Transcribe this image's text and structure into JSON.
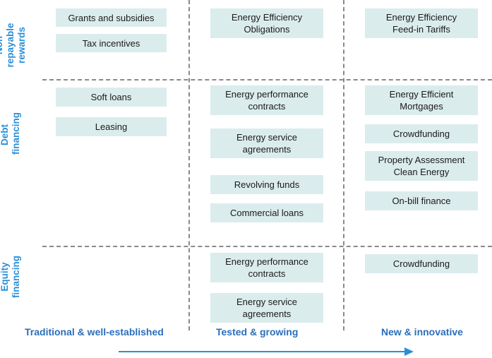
{
  "rows": [
    {
      "label": "Non\nrepayable\nrewards"
    },
    {
      "label": "Debt\nfinancing"
    },
    {
      "label": "Equity\nfinancing"
    }
  ],
  "columns": [
    {
      "label": "Traditional & well-established"
    },
    {
      "label": "Tested & growing"
    },
    {
      "label": "New & innovative"
    }
  ],
  "cells": {
    "r1c1": [
      "Grants and subsidies",
      "Tax incentives"
    ],
    "r1c2": [
      "Energy Efficiency\nObligations"
    ],
    "r1c3": [
      "Energy Efficiency\nFeed-in Tariffs"
    ],
    "r2c1": [
      "Soft loans",
      "Leasing"
    ],
    "r2c2": [
      "Energy performance\ncontracts",
      "Energy service\nagreements",
      "Revolving funds",
      "Commercial loans"
    ],
    "r2c3": [
      "Energy Efficient\nMortgages",
      "Crowdfunding",
      "Property Assessment\nClean Energy",
      "On-bill finance"
    ],
    "r3c2": [
      "Energy performance\ncontracts",
      "Energy service\nagreements"
    ],
    "r3c3": [
      "Crowdfunding"
    ]
  },
  "colors": {
    "box_fill": "#dbeced",
    "row_label": "#2a8fd8",
    "column_label": "#2a6fba",
    "arrow": "#2a8fd8",
    "divider": "#8a8a8a"
  }
}
